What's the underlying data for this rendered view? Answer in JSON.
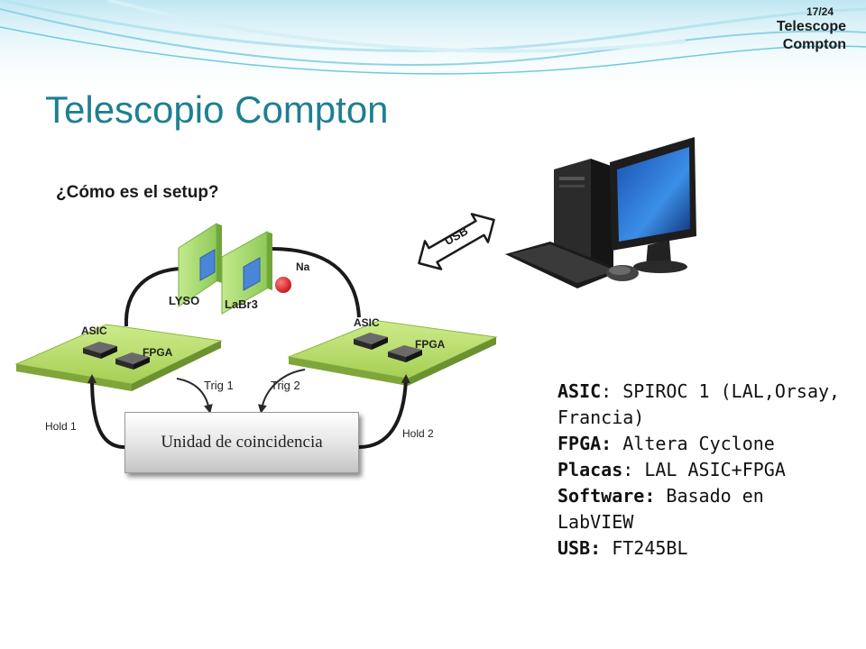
{
  "header": {
    "slide_number": "17/24",
    "section_line1": "Telescope",
    "section_line2": "Compton"
  },
  "title": "Telescopio Compton",
  "subtitle": "¿Cómo es el setup?",
  "diagram": {
    "crystal_left": "LYSO",
    "crystal_right": "LaBr3",
    "source": "Na",
    "usb": "USB",
    "board_left": {
      "asic": "ASIC",
      "fpga": "FPGA"
    },
    "board_right": {
      "asic": "ASIC",
      "fpga": "FPGA"
    },
    "trig1": "Trig 1",
    "trig2": "Trig 2",
    "hold1": "Hold 1",
    "hold2": "Hold 2",
    "coincidence": "Unidad de coincidencia"
  },
  "info": [
    {
      "key": "ASIC",
      "sep": ": ",
      "value": "SPIROC 1 (LAL,Orsay, Francia)"
    },
    {
      "key": "FPGA:",
      "sep": " ",
      "value": "Altera Cyclone"
    },
    {
      "key": "Placas",
      "sep": ": ",
      "value": "LAL ASIC+FPGA"
    },
    {
      "key": "Software:",
      "sep": " ",
      "value": "Basado en LabVIEW"
    },
    {
      "key": "USB:",
      "sep": " ",
      "value": "FT245BL"
    }
  ],
  "colors": {
    "title": "#1e7f92",
    "board": "#b9de6a",
    "crystal": "#a8dc6e",
    "window": "#4a86d8",
    "source_dot": "#e8262a",
    "wave": "#6ecbdc"
  }
}
